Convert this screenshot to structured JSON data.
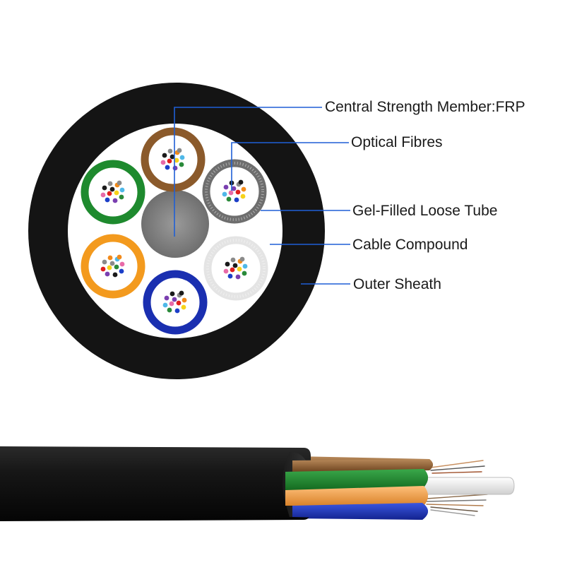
{
  "labels": {
    "central_strength_member": "Central Strength Member:FRP",
    "optical_fibres": "Optical Fibres",
    "gel_filled_loose_tube": "Gel-Filled Loose Tube",
    "cable_compound": "Cable Compound",
    "outer_sheath": "Outer Sheath"
  },
  "colors": {
    "outer_sheath": "#141414",
    "cable_compound": "#ffffff",
    "central_member": "#8a8a8a",
    "leader_line": "#1f5fd6",
    "tubes": {
      "brown": "#8b5a2b",
      "gray": "#6e6e6e",
      "green": "#1e8a2e",
      "orange": "#f39a1e",
      "white": "#e4e4e4",
      "blue": "#1a2fb0"
    },
    "fibres": [
      "#e01f1f",
      "#f7d21a",
      "#2a8a3a",
      "#1c3fc8",
      "#7a3fb0",
      "#1a1a1a",
      "#8a8a8a",
      "#f28a1a",
      "#4fb8e8",
      "#e86aa8"
    ]
  },
  "icons": {
    "cross_section": "cable-cross-section",
    "side_view": "cable-side-view"
  }
}
